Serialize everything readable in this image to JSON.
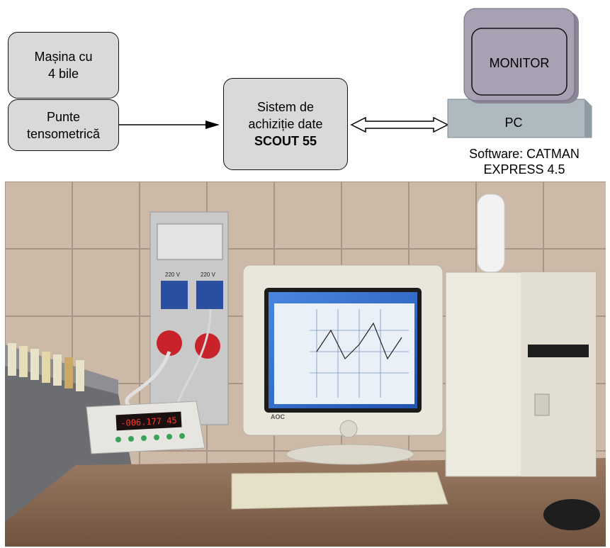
{
  "diagram": {
    "masina": {
      "line1": "Mașina cu",
      "line2": "4 bile"
    },
    "punte": {
      "line1": "Punte",
      "line2": "tensometrică"
    },
    "scout": {
      "line1": "Sistem de",
      "line2": "achiziție date",
      "line3": "SCOUT 55"
    },
    "monitor_label": "MONITOR",
    "pc_label": "PC",
    "software": {
      "line1": "Software: CATMAN",
      "line2": "EXPRESS 4.5"
    }
  },
  "photo": {
    "socket1_label": "220 V",
    "socket2_label": "220 V",
    "display_readout": "-006.177 45",
    "monitor_brand": "AOC"
  },
  "colors": {
    "box_fill": "#d9d9d9",
    "monitor_fill": "#a7a1b3",
    "pc_fill": "#aeb9c0",
    "tile": "#cdb9a7",
    "desk": "#8a6a55",
    "screen": "#2f6fd1"
  }
}
